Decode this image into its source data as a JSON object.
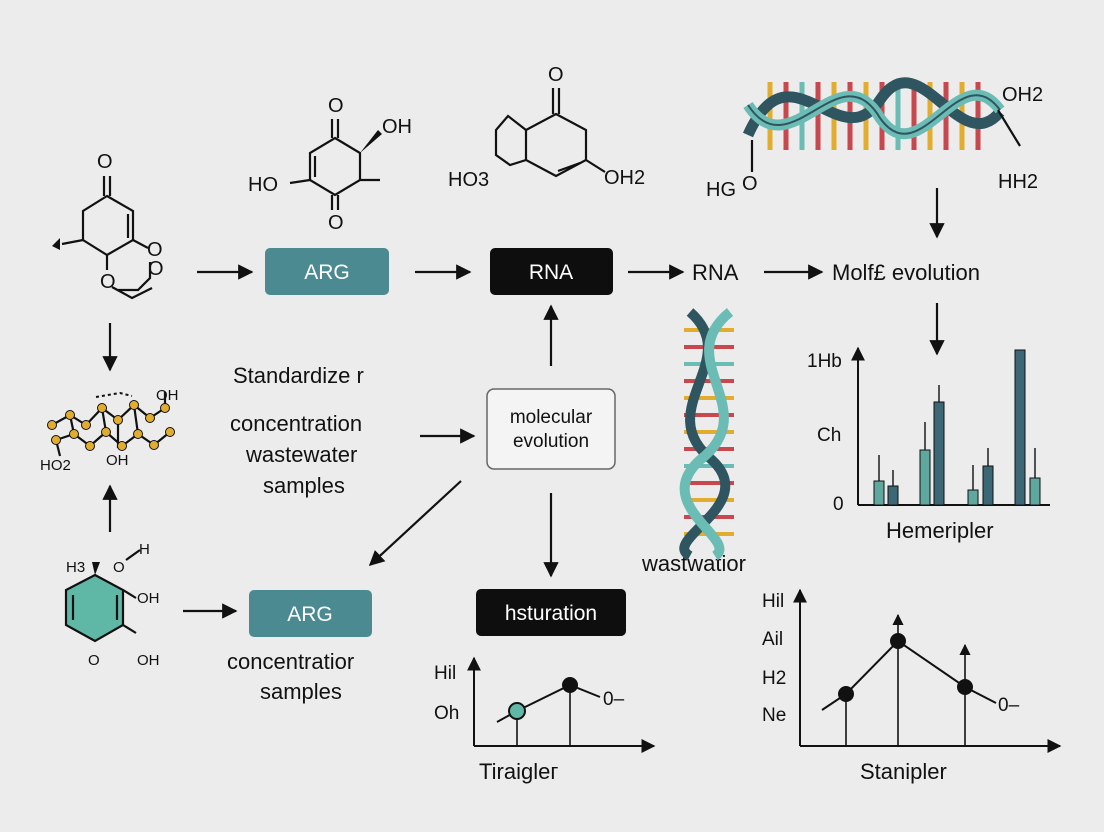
{
  "colors": {
    "teal": "#4c8a92",
    "black_box": "#0e0e0e",
    "dna_teal": "#6bbcb4",
    "dna_dark": "#2e5560",
    "bar_teal": "#5fa89e",
    "bar_dark": "#3b6874",
    "gold": "#e2ad2e",
    "background": "#ececec"
  },
  "molecules": {
    "top_left": {
      "o": "O"
    },
    "quinone": {
      "o_top": "O",
      "oh": "OH",
      "ho": "HO",
      "o_bottom": "O"
    },
    "bicyclic": {
      "o": "O",
      "ho3": "HO3",
      "oh2": "OH2"
    },
    "chain": {
      "oh_top": "OH",
      "oh_mid": "OH",
      "ho2": "HO2"
    },
    "ring_bottom": {
      "h3": "H3",
      "o": "O",
      "h": "H",
      "oh1": "OH",
      "oh2": "OH",
      "o_bottom": "O"
    },
    "dna_top": {
      "oh2": "OH2",
      "hg": "HG",
      "o": "O",
      "hh2": "HH2"
    }
  },
  "boxes": {
    "arg_top": "ARG",
    "rna_box": "RNA",
    "molecular_line1": "molecular",
    "molecular_line2": "evolution",
    "arg_bottom": "ARG",
    "hsturation": "hsturation"
  },
  "labels": {
    "rna_text": "RNA",
    "molfe_evolution": "Molf£ evolution",
    "standardize": "Standardize r",
    "conc_line1": "concentration",
    "conc_line2": "wastewater",
    "conc_line3": "samples",
    "bottom_conc_line1": "concentratior",
    "bottom_conc_line2": "samples",
    "wastwatior": "wastwatior"
  },
  "charts": {
    "bar_chart": {
      "type": "bar",
      "title": "Hemeripler",
      "y_ticks": [
        "1Hb",
        "Ch",
        "0"
      ]
    },
    "small_line": {
      "type": "line",
      "title": "Tiraiglег",
      "y_ticks": [
        "Hil",
        "Oh"
      ],
      "annotation": "0–"
    },
    "big_line": {
      "type": "line",
      "title": "Stanipler",
      "y_ticks": [
        "Hil",
        "Ail",
        "H2",
        "Ne"
      ],
      "annotation": "0–"
    }
  }
}
